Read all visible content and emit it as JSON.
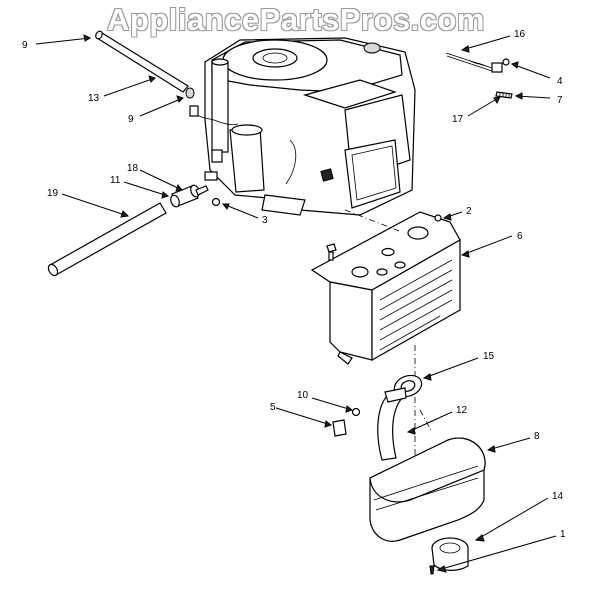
{
  "watermark": "AppliancePartsPros.com",
  "callouts": [
    {
      "id": "c9a",
      "label": "9"
    },
    {
      "id": "c16",
      "label": "16"
    },
    {
      "id": "c13",
      "label": "13"
    },
    {
      "id": "c9b",
      "label": "9"
    },
    {
      "id": "c4",
      "label": "4"
    },
    {
      "id": "c7",
      "label": "7"
    },
    {
      "id": "c17",
      "label": "17"
    },
    {
      "id": "c18",
      "label": "18"
    },
    {
      "id": "c11",
      "label": "11"
    },
    {
      "id": "c19",
      "label": "19"
    },
    {
      "id": "c3",
      "label": "3"
    },
    {
      "id": "c2",
      "label": "2"
    },
    {
      "id": "c6",
      "label": "6"
    },
    {
      "id": "c15",
      "label": "15"
    },
    {
      "id": "c10",
      "label": "10"
    },
    {
      "id": "c5",
      "label": "5"
    },
    {
      "id": "c12",
      "label": "12"
    },
    {
      "id": "c8",
      "label": "8"
    },
    {
      "id": "c14",
      "label": "14"
    },
    {
      "id": "c1",
      "label": "1"
    }
  ]
}
